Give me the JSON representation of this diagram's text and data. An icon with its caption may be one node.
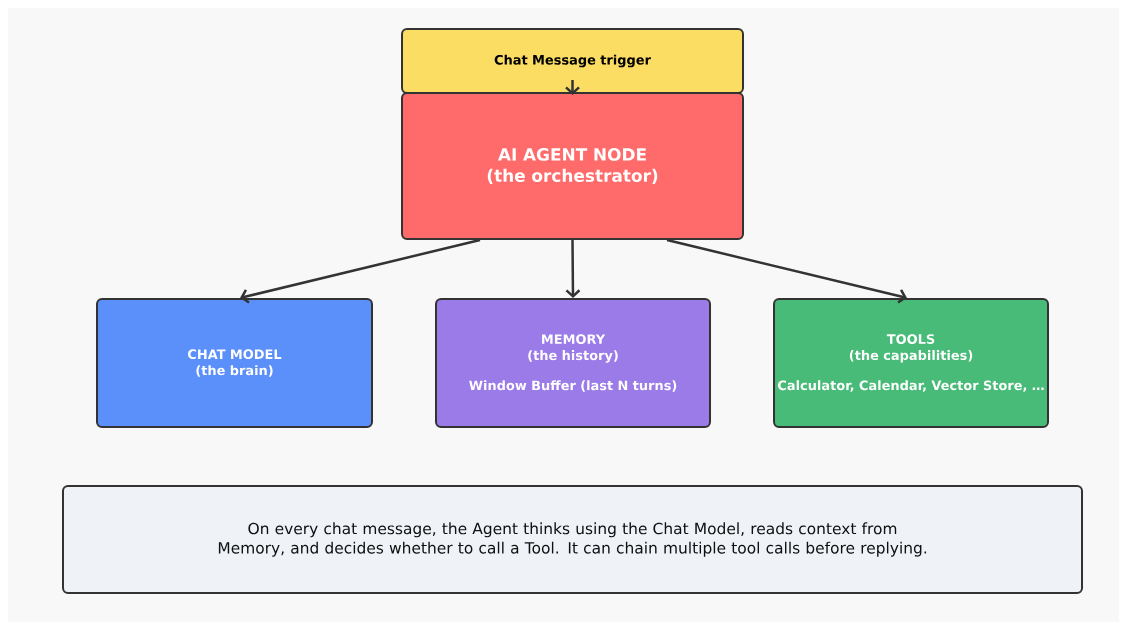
{
  "diagram": {
    "nodes": [
      {
        "text": [
          "Chat Message trigger"
        ]
      },
      {
        "text": [
          "AI AGENT NODE",
          "(the orchestrator)"
        ]
      },
      {
        "text": [
          "CHAT MODEL",
          "(the brain)"
        ]
      },
      {
        "text": [
          "MEMORY",
          "(the history)",
          "Window Buffer (last N turns)"
        ]
      },
      {
        "text": [
          "TOOLS",
          "(the capabilities)",
          "Calculator, Calendar, Vector Store, …"
        ]
      },
      {
        "text": [
          "On every chat message, the Agent thinks using the Chat Model, reads context from Memory, and decides whether to call a Tool. It can chain multiple tool calls before replying."
        ]
      }
    ],
    "edges": [
      {
        "from": 0,
        "to": 1,
        "arrow": "to"
      },
      {
        "from": 1,
        "to": 2,
        "arrow": "to"
      },
      {
        "from": 1,
        "to": 3,
        "arrow": "to"
      },
      {
        "from": 1,
        "to": 4,
        "arrow": "to"
      }
    ]
  }
}
